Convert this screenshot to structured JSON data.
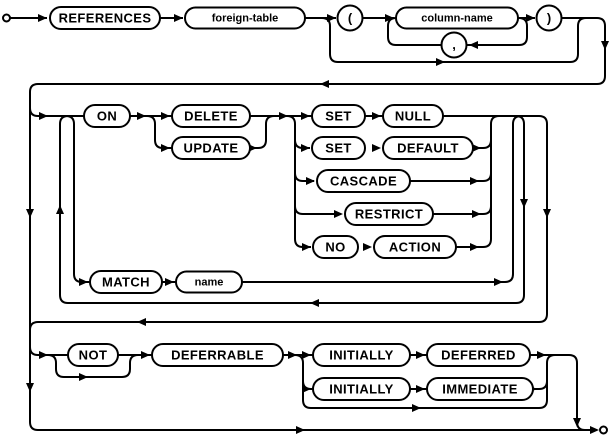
{
  "diagram": {
    "type": "railroad-syntax-diagram",
    "line_color": "#000000",
    "background_color": "#ffffff",
    "nodes": [
      {
        "id": "references",
        "label": "REFERENCES",
        "kind": "keyword"
      },
      {
        "id": "foreign-table",
        "label": "foreign-table",
        "kind": "nonterminal"
      },
      {
        "id": "open-paren",
        "label": "(",
        "kind": "punctuation"
      },
      {
        "id": "column-name",
        "label": "column-name",
        "kind": "nonterminal"
      },
      {
        "id": "comma",
        "label": ",",
        "kind": "punctuation"
      },
      {
        "id": "close-paren",
        "label": ")",
        "kind": "punctuation"
      },
      {
        "id": "on",
        "label": "ON",
        "kind": "keyword"
      },
      {
        "id": "delete",
        "label": "DELETE",
        "kind": "keyword"
      },
      {
        "id": "update",
        "label": "UPDATE",
        "kind": "keyword"
      },
      {
        "id": "set-1",
        "label": "SET",
        "kind": "keyword"
      },
      {
        "id": "null",
        "label": "NULL",
        "kind": "keyword"
      },
      {
        "id": "set-2",
        "label": "SET",
        "kind": "keyword"
      },
      {
        "id": "default",
        "label": "DEFAULT",
        "kind": "keyword"
      },
      {
        "id": "cascade",
        "label": "CASCADE",
        "kind": "keyword"
      },
      {
        "id": "restrict",
        "label": "RESTRICT",
        "kind": "keyword"
      },
      {
        "id": "no",
        "label": "NO",
        "kind": "keyword"
      },
      {
        "id": "action",
        "label": "ACTION",
        "kind": "keyword"
      },
      {
        "id": "match",
        "label": "MATCH",
        "kind": "keyword"
      },
      {
        "id": "name",
        "label": "name",
        "kind": "nonterminal"
      },
      {
        "id": "not",
        "label": "NOT",
        "kind": "keyword"
      },
      {
        "id": "deferrable",
        "label": "DEFERRABLE",
        "kind": "keyword"
      },
      {
        "id": "initially-1",
        "label": "INITIALLY",
        "kind": "keyword"
      },
      {
        "id": "deferred",
        "label": "DEFERRED",
        "kind": "keyword"
      },
      {
        "id": "initially-2",
        "label": "INITIALLY",
        "kind": "keyword"
      },
      {
        "id": "immediate",
        "label": "IMMEDIATE",
        "kind": "keyword"
      }
    ]
  }
}
